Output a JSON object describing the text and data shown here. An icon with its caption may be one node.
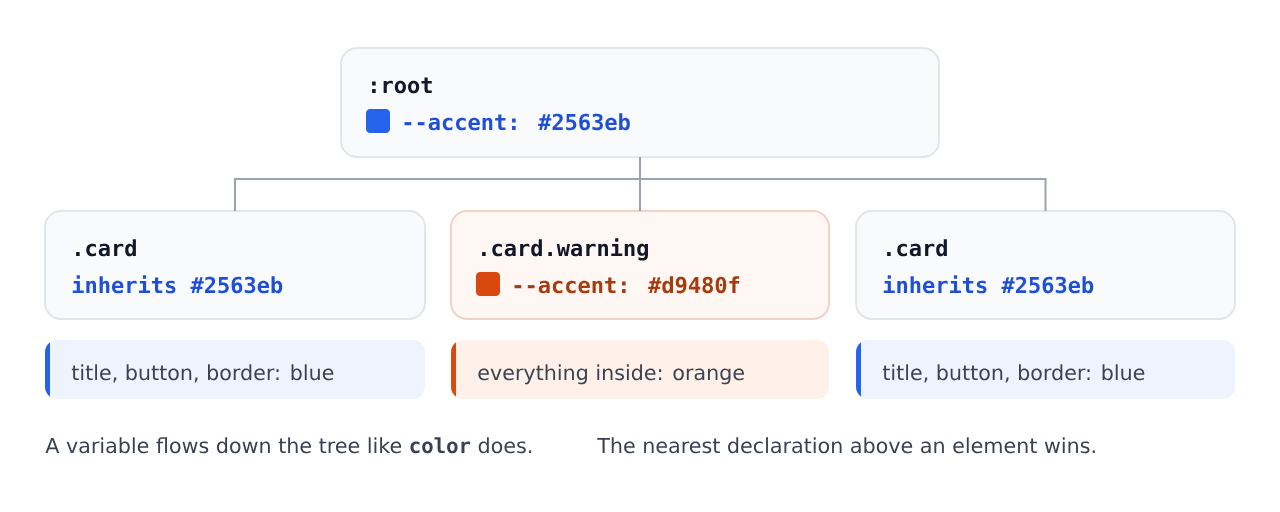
{
  "diagram": {
    "nodes": [
      {
        "text": [
          ":root",
          "--accent: #2563eb"
        ]
      },
      {
        "text": [
          ".card",
          "inherits #2563eb"
        ]
      },
      {
        "text": [
          ".card.warning",
          "--accent: #d9480f"
        ]
      },
      {
        "text": [
          ".card",
          "inherits #2563eb"
        ]
      },
      {
        "text": [
          "title, button, border: blue"
        ]
      },
      {
        "text": [
          "everything inside: orange"
        ]
      },
      {
        "text": [
          "title, button, border: blue"
        ]
      }
    ],
    "edges": [
      {
        "from": 0,
        "to": 1,
        "arrow": "none"
      },
      {
        "from": 0,
        "to": 2,
        "arrow": "none"
      },
      {
        "from": 0,
        "to": 3,
        "arrow": "none"
      }
    ],
    "labels": [
      "A variable flows down the tree like **color** does.",
      "The nearest declaration above an element wins."
    ]
  }
}
